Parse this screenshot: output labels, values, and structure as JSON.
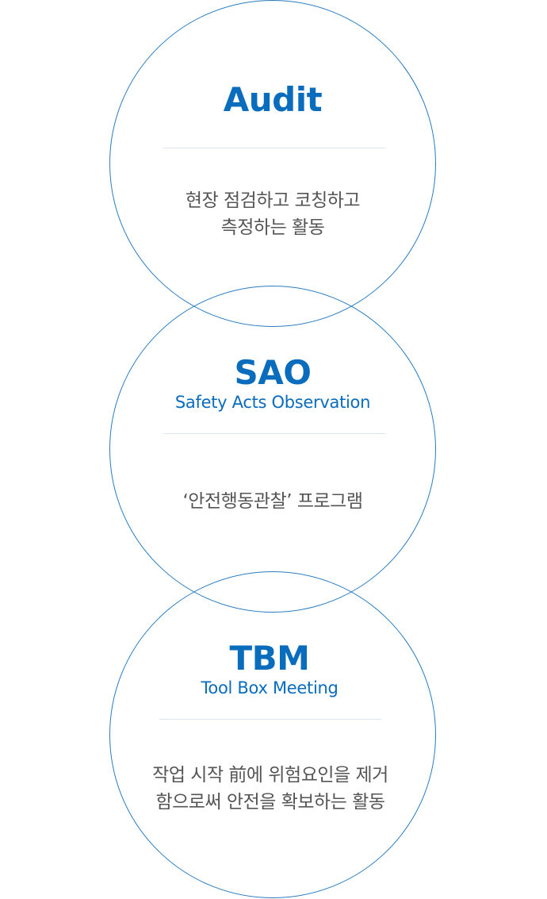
{
  "items": [
    {
      "title": "Audit",
      "subtitle": "",
      "desc_lines": [
        "현장 점검하고 코칭하고",
        "측정하는 활동"
      ]
    },
    {
      "title": "SAO",
      "subtitle": "Safety Acts Observation",
      "desc_lines": [
        "‘안전행동관찰’ 프로그램"
      ]
    },
    {
      "title": "TBM",
      "subtitle": "Tool Box Meeting",
      "desc_lines": [
        "작업 시작 前에 위험요인을 제거",
        "함으로써 안전을 확보하는 활동"
      ]
    }
  ],
  "colors": {
    "accent": "#0a6cbd",
    "ring": "#2a7cc0",
    "divider": "#dde6ee",
    "text": "#555555"
  }
}
